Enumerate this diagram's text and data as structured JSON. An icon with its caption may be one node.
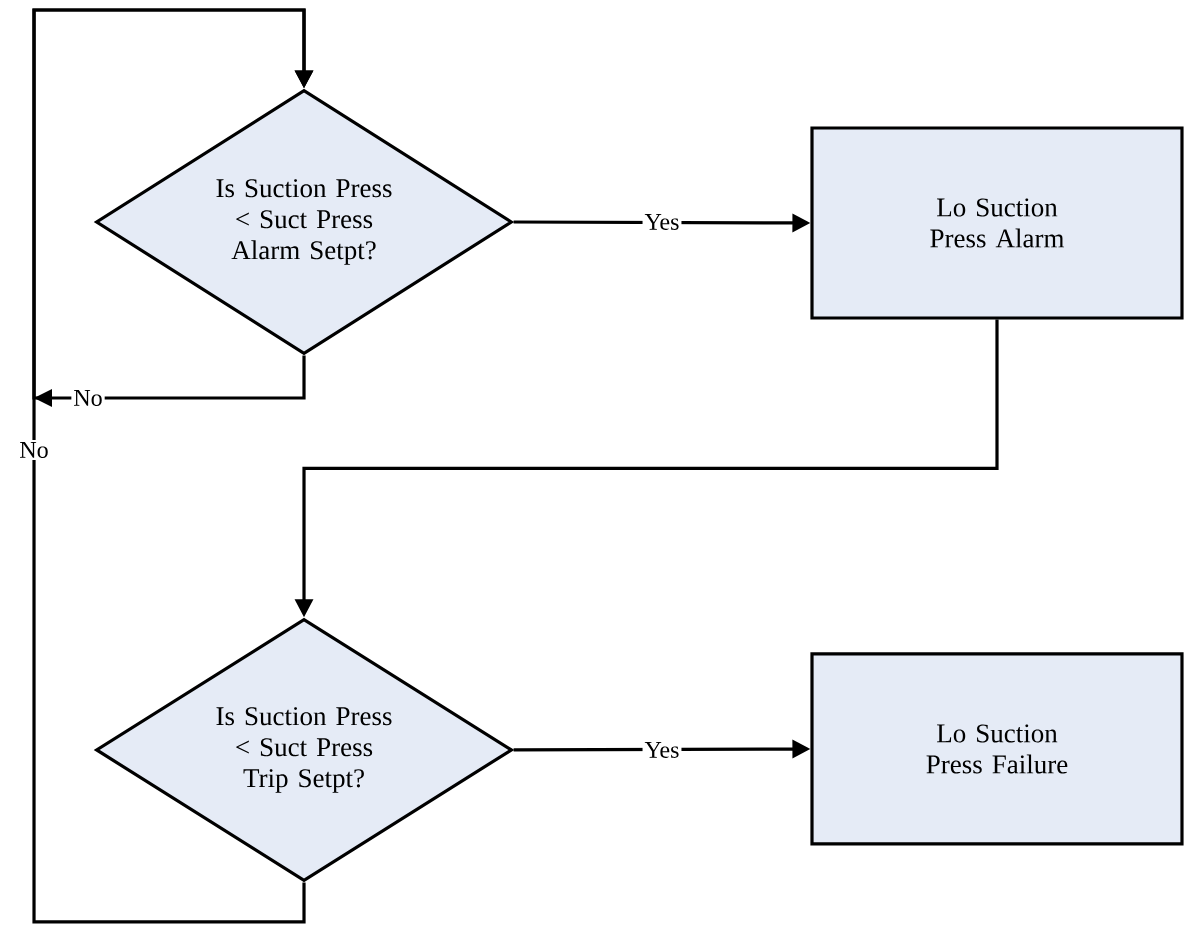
{
  "diagram": {
    "nodes": [
      {
        "text": [
          "Is Suction Press < Suct Press Alarm Setpt?"
        ]
      },
      {
        "text": [
          "Lo Suction Press Alarm"
        ]
      },
      {
        "text": [
          "Is Suction Press < Suct Press Trip Setpt?"
        ]
      },
      {
        "text": [
          "Lo Suction Press Failure"
        ]
      }
    ],
    "edges": [
      {
        "from": 0,
        "to": 1,
        "arrow": "to",
        "label": "Yes"
      },
      {
        "from": 1,
        "to": 2,
        "arrow": "to"
      },
      {
        "from": 0,
        "to": 0,
        "arrow": "to",
        "label": "No"
      },
      {
        "from": 2,
        "to": 3,
        "arrow": "to",
        "label": "Yes"
      },
      {
        "from": 2,
        "to": 0,
        "arrow": "to",
        "label": "No"
      }
    ]
  }
}
